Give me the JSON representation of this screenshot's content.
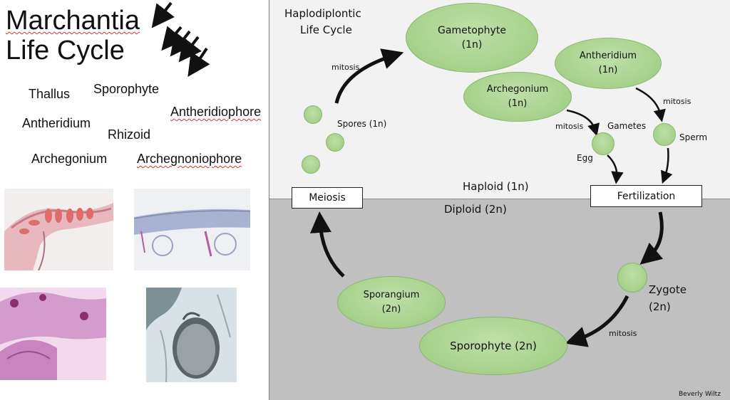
{
  "left_panel": {
    "title_line1": "Marchantia",
    "title_line2": "Life Cycle",
    "terms": {
      "thallus": "Thallus",
      "sporophyte": "Sporophyte",
      "antheridiophore": "Antheridiophore",
      "antheridium": "Antheridium",
      "rhizoid": "Rhizoid",
      "archegonium": "Archegonium",
      "archegnoniophore": "Archegnoniophore"
    }
  },
  "diagram": {
    "title_line1": "Haplodiplontic",
    "title_line2": "Life Cycle",
    "gametophyte": "Gametophyte\n(1n)",
    "antheridium": "Antheridium\n(1n)",
    "archegonium": "Archegonium\n(1n)",
    "sporangium": "Sporangium\n(2n)",
    "sporophyte": "Sporophyte (2n)",
    "spores": "Spores (1n)",
    "gametes": "Gametes",
    "egg": "Egg",
    "sperm": "Sperm",
    "zygote_line1": "Zygote",
    "zygote_line2": "(2n)",
    "mitosis_top": "mitosis",
    "mitosis_archegonium": "mitosis",
    "mitosis_antheridium": "mitosis",
    "mitosis_zygote": "mitosis",
    "meiosis": "Meiosis",
    "fertilization": "Fertilization",
    "haploid": "Haploid (1n)",
    "diploid": "Diploid (2n)",
    "credit": "Beverly Wiltz"
  },
  "colors": {
    "circle_fill": "#a9d38e",
    "haploid_bg": "#f2f2f2",
    "diploid_bg": "#c0c0c0"
  }
}
